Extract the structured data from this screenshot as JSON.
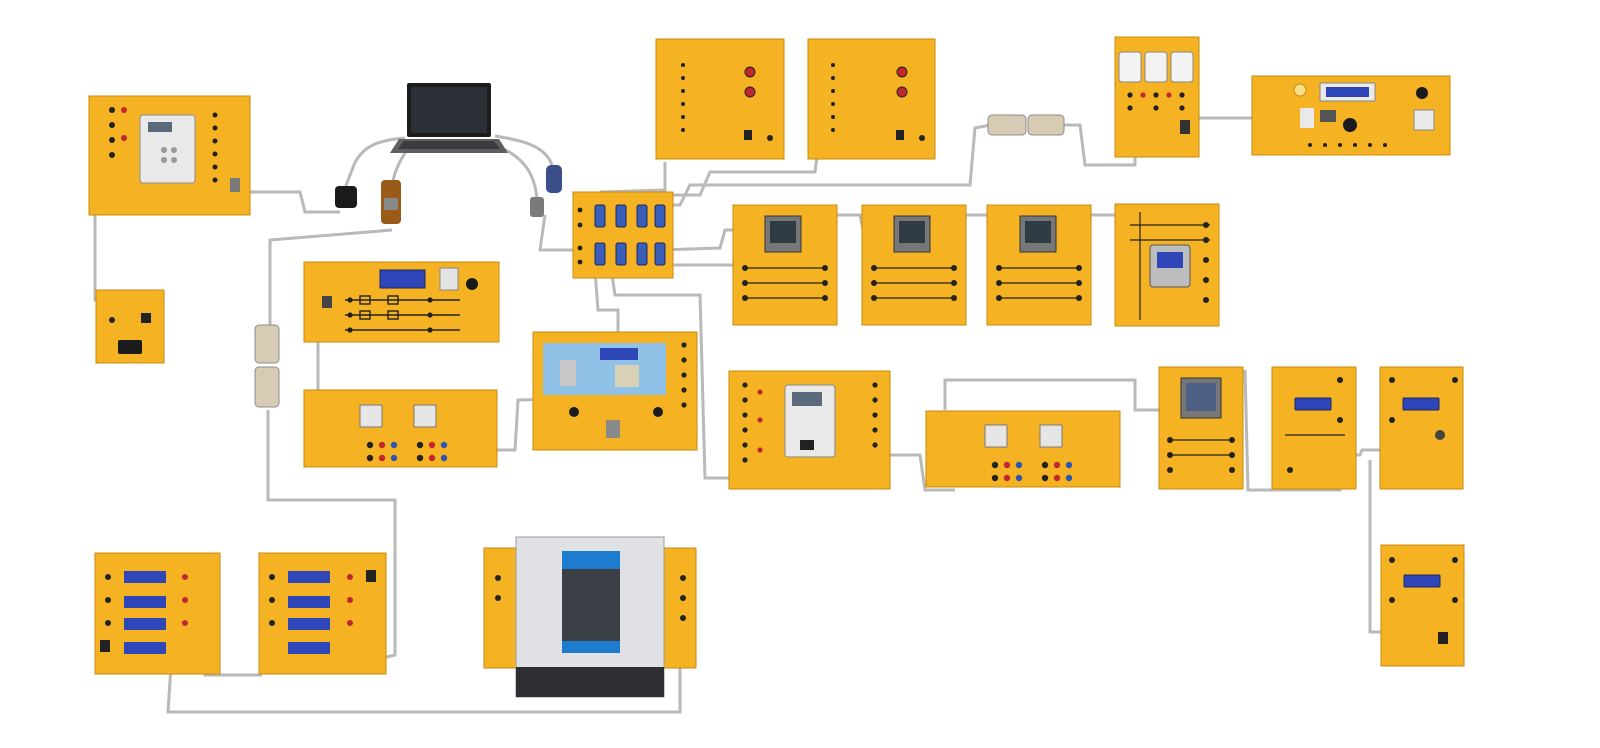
{
  "diagram": {
    "laptop": {
      "icon": "laptop-icon"
    },
    "modules": [
      {
        "id": "relay-module",
        "icon": "protection-relay-icon"
      },
      {
        "id": "power-supply-small",
        "icon": "power-socket-icon"
      },
      {
        "id": "transmission-line-simulator",
        "icon": "line-simulator-icon"
      },
      {
        "id": "power-meter-dual",
        "icon": "meter-icon"
      },
      {
        "id": "scada-display",
        "icon": "scada-screen-icon"
      },
      {
        "id": "comm-hub",
        "icon": "db9-connector-icon"
      },
      {
        "id": "measurement-board-1",
        "icon": "panel-icon"
      },
      {
        "id": "measurement-board-2",
        "icon": "panel-icon"
      },
      {
        "id": "socket-strip",
        "icon": "socket-icon"
      },
      {
        "id": "generator-simulator",
        "icon": "generator-icon"
      },
      {
        "id": "multimeter-1",
        "icon": "multimeter-icon"
      },
      {
        "id": "multimeter-2",
        "icon": "multimeter-icon"
      },
      {
        "id": "multimeter-3",
        "icon": "multimeter-icon"
      },
      {
        "id": "power-factor-relay",
        "icon": "relay-icon"
      },
      {
        "id": "differential-relay",
        "icon": "protection-relay-icon"
      },
      {
        "id": "power-meter-2",
        "icon": "meter-icon"
      },
      {
        "id": "network-analyzer",
        "icon": "analyzer-icon"
      },
      {
        "id": "display-unit-1",
        "icon": "lcd-icon"
      },
      {
        "id": "display-unit-2",
        "icon": "lcd-icon"
      },
      {
        "id": "display-unit-3",
        "icon": "lcd-icon"
      },
      {
        "id": "load-bank-1",
        "icon": "load-icon"
      },
      {
        "id": "load-bank-2",
        "icon": "load-icon"
      },
      {
        "id": "inverter",
        "icon": "inverter-icon"
      }
    ],
    "colors": {
      "panel": "#f5b324",
      "panel_edge": "#c98a0c",
      "cable": "#b9b9b9",
      "lcd": "#2f46b8",
      "screen": "#2e3d4a",
      "inverter_badge": "#1e7ccf"
    }
  }
}
